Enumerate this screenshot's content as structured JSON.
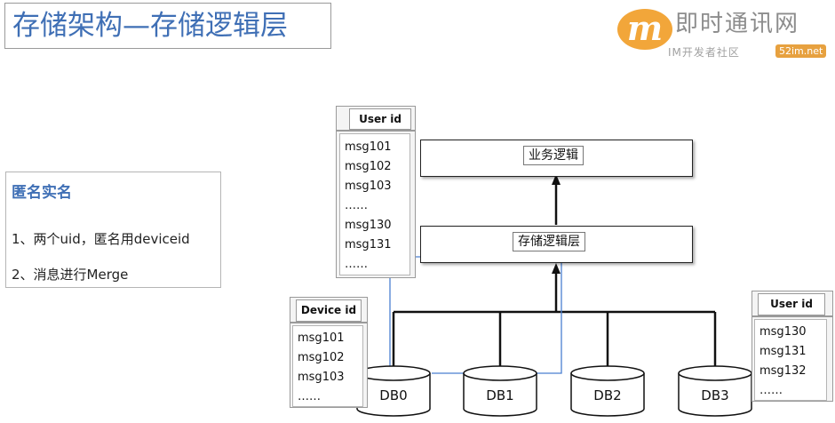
{
  "title": "存储架构—存储逻辑层",
  "logo": {
    "mark": "m",
    "name": "即时通讯网",
    "tagline": "IM开发者社区",
    "domain": "52im.net"
  },
  "note": {
    "heading": "匿名实名",
    "lines": [
      "1、两个uid，匿名用deviceid",
      "2、消息进行Merge"
    ]
  },
  "tables": {
    "user_top": {
      "header": "User id",
      "rows": [
        "msg101",
        "msg102",
        "msg103",
        "……",
        "msg130",
        "msg131",
        "……"
      ]
    },
    "device": {
      "header": "Device id",
      "rows": [
        "msg101",
        "msg102",
        "msg103",
        "……"
      ]
    },
    "user_right": {
      "header": "User id",
      "rows": [
        "msg130",
        "msg131",
        "msg132",
        "……"
      ]
    }
  },
  "layers": {
    "business": "业务逻辑",
    "storage": "存储逻辑层"
  },
  "databases": [
    "DB0",
    "DB1",
    "DB2",
    "DB3"
  ],
  "colors": {
    "title": "#3f6fb5",
    "highlight": "#4a7fd1",
    "logo": "#f2a63a"
  }
}
